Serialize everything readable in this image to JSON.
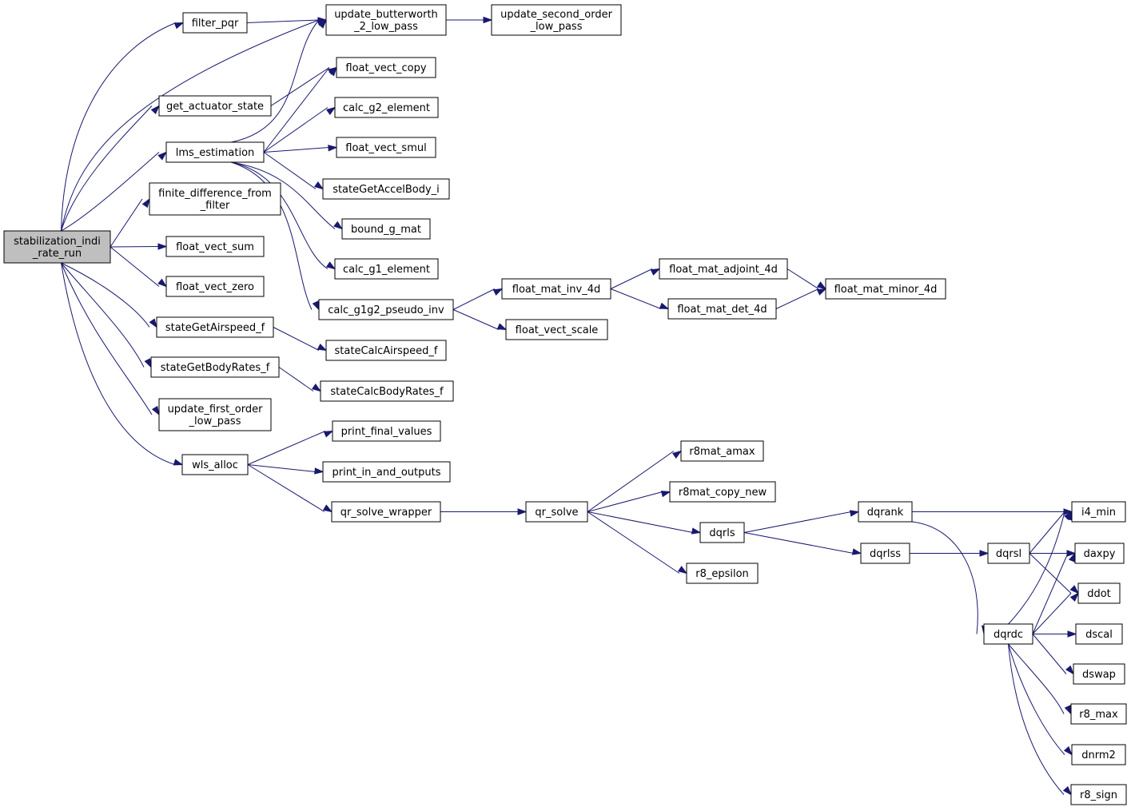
{
  "nodes": [
    {
      "id": "stabilization_indi_rate_run",
      "lines": [
        "stabilization_indi",
        "_rate_run"
      ],
      "root": true
    },
    {
      "id": "filter_pqr",
      "lines": [
        "filter_pqr"
      ]
    },
    {
      "id": "get_actuator_state",
      "lines": [
        "get_actuator_state"
      ]
    },
    {
      "id": "lms_estimation",
      "lines": [
        "lms_estimation"
      ]
    },
    {
      "id": "finite_difference_from_filter",
      "lines": [
        "finite_difference_from",
        "_filter"
      ]
    },
    {
      "id": "float_vect_sum",
      "lines": [
        "float_vect_sum"
      ]
    },
    {
      "id": "float_vect_zero",
      "lines": [
        "float_vect_zero"
      ]
    },
    {
      "id": "stateGetAirspeed_f",
      "lines": [
        "stateGetAirspeed_f"
      ]
    },
    {
      "id": "stateGetBodyRates_f",
      "lines": [
        "stateGetBodyRates_f"
      ]
    },
    {
      "id": "update_first_order_low_pass",
      "lines": [
        "update_first_order",
        "_low_pass"
      ]
    },
    {
      "id": "wls_alloc",
      "lines": [
        "wls_alloc"
      ]
    },
    {
      "id": "update_butterworth_2_low_pass",
      "lines": [
        "update_butterworth",
        "_2_low_pass"
      ]
    },
    {
      "id": "update_second_order_low_pass",
      "lines": [
        "update_second_order",
        "_low_pass"
      ]
    },
    {
      "id": "float_vect_copy",
      "lines": [
        "float_vect_copy"
      ]
    },
    {
      "id": "calc_g2_element",
      "lines": [
        "calc_g2_element"
      ]
    },
    {
      "id": "float_vect_smul",
      "lines": [
        "float_vect_smul"
      ]
    },
    {
      "id": "stateGetAccelBody_i",
      "lines": [
        "stateGetAccelBody_i"
      ]
    },
    {
      "id": "bound_g_mat",
      "lines": [
        "bound_g_mat"
      ]
    },
    {
      "id": "calc_g1_element",
      "lines": [
        "calc_g1_element"
      ]
    },
    {
      "id": "calc_g1g2_pseudo_inv",
      "lines": [
        "calc_g1g2_pseudo_inv"
      ]
    },
    {
      "id": "stateCalcAirspeed_f",
      "lines": [
        "stateCalcAirspeed_f"
      ]
    },
    {
      "id": "stateCalcBodyRates_f",
      "lines": [
        "stateCalcBodyRates_f"
      ]
    },
    {
      "id": "print_final_values",
      "lines": [
        "print_final_values"
      ]
    },
    {
      "id": "print_in_and_outputs",
      "lines": [
        "print_in_and_outputs"
      ]
    },
    {
      "id": "qr_solve_wrapper",
      "lines": [
        "qr_solve_wrapper"
      ]
    },
    {
      "id": "float_mat_inv_4d",
      "lines": [
        "float_mat_inv_4d"
      ]
    },
    {
      "id": "float_vect_scale",
      "lines": [
        "float_vect_scale"
      ]
    },
    {
      "id": "float_mat_adjoint_4d",
      "lines": [
        "float_mat_adjoint_4d"
      ]
    },
    {
      "id": "float_mat_det_4d",
      "lines": [
        "float_mat_det_4d"
      ]
    },
    {
      "id": "float_mat_minor_4d",
      "lines": [
        "float_mat_minor_4d"
      ]
    },
    {
      "id": "qr_solve",
      "lines": [
        "qr_solve"
      ]
    },
    {
      "id": "r8mat_amax",
      "lines": [
        "r8mat_amax"
      ]
    },
    {
      "id": "r8mat_copy_new",
      "lines": [
        "r8mat_copy_new"
      ]
    },
    {
      "id": "dqrls",
      "lines": [
        "dqrls"
      ]
    },
    {
      "id": "r8_epsilon",
      "lines": [
        "r8_epsilon"
      ]
    },
    {
      "id": "dqrank",
      "lines": [
        "dqrank"
      ]
    },
    {
      "id": "dqrlss",
      "lines": [
        "dqrlss"
      ]
    },
    {
      "id": "dqrsl",
      "lines": [
        "dqrsl"
      ]
    },
    {
      "id": "dqrdc",
      "lines": [
        "dqrdc"
      ]
    },
    {
      "id": "i4_min",
      "lines": [
        "i4_min"
      ]
    },
    {
      "id": "daxpy",
      "lines": [
        "daxpy"
      ]
    },
    {
      "id": "ddot",
      "lines": [
        "ddot"
      ]
    },
    {
      "id": "dscal",
      "lines": [
        "dscal"
      ]
    },
    {
      "id": "dswap",
      "lines": [
        "dswap"
      ]
    },
    {
      "id": "r8_max",
      "lines": [
        "r8_max"
      ]
    },
    {
      "id": "dnrm2",
      "lines": [
        "dnrm2"
      ]
    },
    {
      "id": "r8_sign",
      "lines": [
        "r8_sign"
      ]
    }
  ],
  "edges": [
    [
      "stabilization_indi_rate_run",
      "filter_pqr"
    ],
    [
      "stabilization_indi_rate_run",
      "update_butterworth_2_low_pass"
    ],
    [
      "stabilization_indi_rate_run",
      "get_actuator_state"
    ],
    [
      "stabilization_indi_rate_run",
      "lms_estimation"
    ],
    [
      "stabilization_indi_rate_run",
      "finite_difference_from_filter"
    ],
    [
      "stabilization_indi_rate_run",
      "float_vect_sum"
    ],
    [
      "stabilization_indi_rate_run",
      "float_vect_zero"
    ],
    [
      "stabilization_indi_rate_run",
      "stateGetAirspeed_f"
    ],
    [
      "stabilization_indi_rate_run",
      "stateGetBodyRates_f"
    ],
    [
      "stabilization_indi_rate_run",
      "update_first_order_low_pass"
    ],
    [
      "stabilization_indi_rate_run",
      "wls_alloc"
    ],
    [
      "filter_pqr",
      "update_butterworth_2_low_pass"
    ],
    [
      "update_butterworth_2_low_pass",
      "update_second_order_low_pass"
    ],
    [
      "get_actuator_state",
      "float_vect_copy"
    ],
    [
      "lms_estimation",
      "update_butterworth_2_low_pass"
    ],
    [
      "lms_estimation",
      "float_vect_copy"
    ],
    [
      "lms_estimation",
      "calc_g2_element"
    ],
    [
      "lms_estimation",
      "float_vect_smul"
    ],
    [
      "lms_estimation",
      "stateGetAccelBody_i"
    ],
    [
      "lms_estimation",
      "bound_g_mat"
    ],
    [
      "lms_estimation",
      "calc_g1_element"
    ],
    [
      "lms_estimation",
      "calc_g1g2_pseudo_inv"
    ],
    [
      "calc_g1g2_pseudo_inv",
      "float_mat_inv_4d"
    ],
    [
      "calc_g1g2_pseudo_inv",
      "float_vect_scale"
    ],
    [
      "float_mat_inv_4d",
      "float_mat_adjoint_4d"
    ],
    [
      "float_mat_inv_4d",
      "float_mat_det_4d"
    ],
    [
      "float_mat_adjoint_4d",
      "float_mat_minor_4d"
    ],
    [
      "float_mat_det_4d",
      "float_mat_minor_4d"
    ],
    [
      "stateGetAirspeed_f",
      "stateCalcAirspeed_f"
    ],
    [
      "stateGetBodyRates_f",
      "stateCalcBodyRates_f"
    ],
    [
      "wls_alloc",
      "print_final_values"
    ],
    [
      "wls_alloc",
      "print_in_and_outputs"
    ],
    [
      "wls_alloc",
      "qr_solve_wrapper"
    ],
    [
      "qr_solve_wrapper",
      "qr_solve"
    ],
    [
      "qr_solve",
      "r8mat_amax"
    ],
    [
      "qr_solve",
      "r8mat_copy_new"
    ],
    [
      "qr_solve",
      "dqrls"
    ],
    [
      "qr_solve",
      "r8_epsilon"
    ],
    [
      "dqrls",
      "dqrank"
    ],
    [
      "dqrls",
      "dqrlss"
    ],
    [
      "dqrank",
      "i4_min"
    ],
    [
      "dqrank",
      "dqrdc"
    ],
    [
      "dqrlss",
      "dqrsl"
    ],
    [
      "dqrsl",
      "i4_min"
    ],
    [
      "dqrsl",
      "daxpy"
    ],
    [
      "dqrsl",
      "ddot"
    ],
    [
      "dqrdc",
      "i4_min"
    ],
    [
      "dqrdc",
      "daxpy"
    ],
    [
      "dqrdc",
      "ddot"
    ],
    [
      "dqrdc",
      "dscal"
    ],
    [
      "dqrdc",
      "dswap"
    ],
    [
      "dqrdc",
      "r8_max"
    ],
    [
      "dqrdc",
      "dnrm2"
    ],
    [
      "dqrdc",
      "r8_sign"
    ]
  ],
  "colors": {
    "edge": "#191970",
    "root_fill": "#bfbfbf",
    "node_fill": "#ffffff",
    "node_border": "#000000"
  }
}
